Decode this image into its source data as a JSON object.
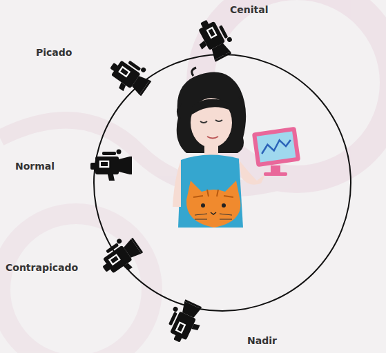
{
  "diagram": {
    "labels": [
      "Cenital",
      "Picado",
      "Normal",
      "Contrapicado",
      "Nadir"
    ]
  }
}
